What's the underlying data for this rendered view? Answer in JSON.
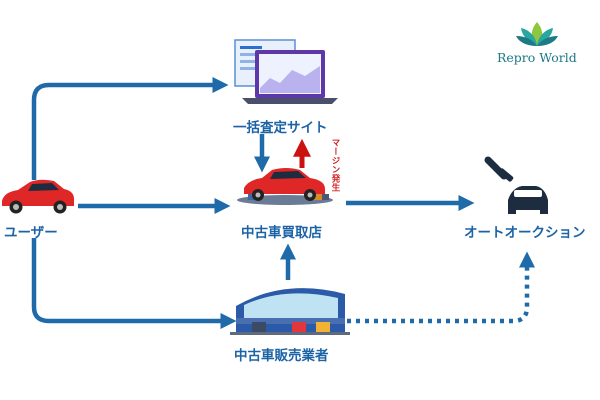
{
  "logo": {
    "text": "Repro World"
  },
  "nodes": {
    "user": "ユーザー",
    "site": "一括査定サイト",
    "shop": "中古車買取店",
    "dealer": "中古車販売業者",
    "auction": "オートオークション"
  },
  "annotation": {
    "margin": "マージン発生"
  },
  "colors": {
    "flow": "#1f6aa8",
    "highlight": "#cc1111",
    "label": "#1c63a6"
  }
}
